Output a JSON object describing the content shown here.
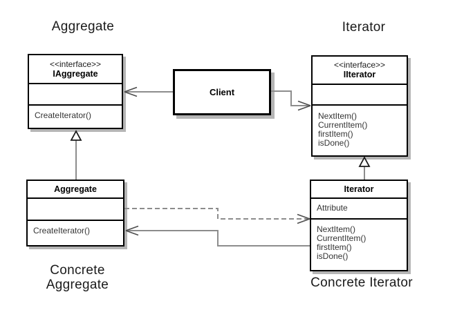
{
  "labels": {
    "aggregate_role": "Aggregate",
    "iterator_role": "Iterator",
    "concrete_aggregate_line1": "Concrete",
    "concrete_aggregate_line2": "Aggregate",
    "concrete_iterator": "Concrete Iterator"
  },
  "classes": {
    "iaggregate": {
      "stereotype": "<<interface>>",
      "name": "IAggregate",
      "methods": [
        "CreateIterator()"
      ]
    },
    "iiterator": {
      "stereotype": "<<interface>>",
      "name": "IIterator",
      "methods": [
        "NextItem()",
        "CurrentItem()",
        "firstItem()",
        "isDone()"
      ]
    },
    "client": {
      "name": "Client"
    },
    "concrete_aggregate": {
      "name": "Aggregate",
      "methods": [
        "CreateIterator()"
      ]
    },
    "concrete_iterator": {
      "name": "Iterator",
      "attributes": [
        "Attribute"
      ],
      "methods": [
        "NextItem()",
        "CurrentItem()",
        "firstItem()",
        "isDone()"
      ]
    }
  },
  "colors": {
    "connector": "#8c8c8c",
    "arrowhead": "#4d4d4d",
    "triangle_stroke": "#1a1a1a",
    "triangle_fill": "#ffffff",
    "border": "#000000",
    "shadow": "#b5b5b5",
    "background": "#ffffff"
  }
}
